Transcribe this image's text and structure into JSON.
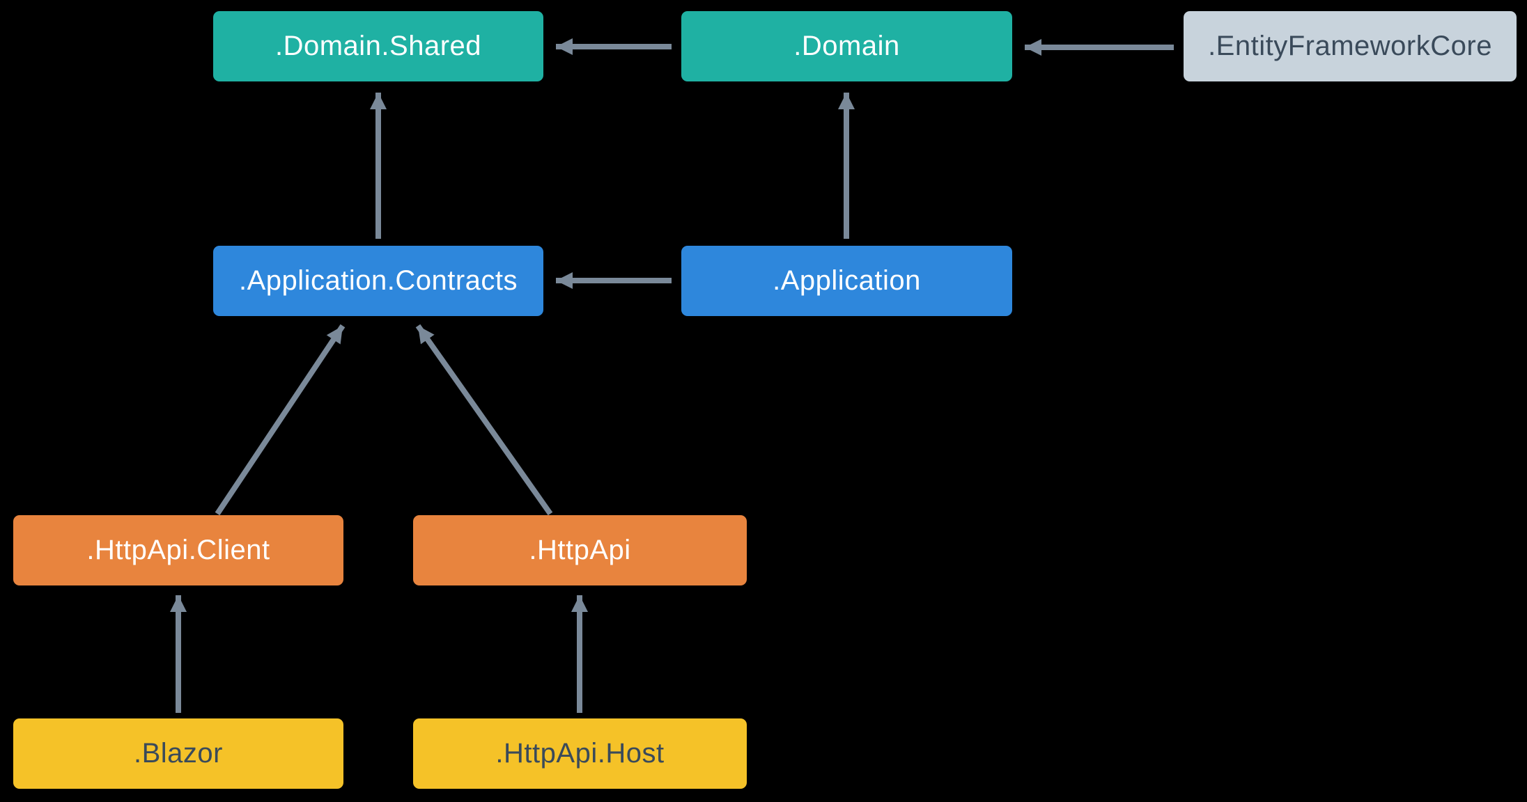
{
  "diagram": {
    "background_color": "#000000",
    "arrow_color": "#7A8999",
    "nodes": [
      {
        "id": "domain-shared",
        "label": ".Domain.Shared",
        "fill": "#1FB1A3",
        "text_color": "#FFFFFF"
      },
      {
        "id": "domain",
        "label": ".Domain",
        "fill": "#1FB1A3",
        "text_color": "#FFFFFF"
      },
      {
        "id": "entity-framework-core",
        "label": ".EntityFrameworkCore",
        "fill": "#C8D3DC",
        "text_color": "#3A4A5A"
      },
      {
        "id": "application-contracts",
        "label": ".Application.Contracts",
        "fill": "#2E87DC",
        "text_color": "#FFFFFF"
      },
      {
        "id": "application",
        "label": ".Application",
        "fill": "#2E87DC",
        "text_color": "#FFFFFF"
      },
      {
        "id": "httpapi-client",
        "label": ".HttpApi.Client",
        "fill": "#E8843E",
        "text_color": "#FFFFFF"
      },
      {
        "id": "httpapi",
        "label": ".HttpApi",
        "fill": "#E8843E",
        "text_color": "#FFFFFF"
      },
      {
        "id": "blazor",
        "label": ".Blazor",
        "fill": "#F5C228",
        "text_color": "#3A4A5A"
      },
      {
        "id": "httpapi-host",
        "label": ".HttpApi.Host",
        "fill": "#F5C228",
        "text_color": "#3A4A5A"
      }
    ],
    "edges": [
      {
        "from": "domain",
        "to": "domain-shared"
      },
      {
        "from": "entity-framework-core",
        "to": "domain"
      },
      {
        "from": "application-contracts",
        "to": "domain-shared"
      },
      {
        "from": "application",
        "to": "domain"
      },
      {
        "from": "application",
        "to": "application-contracts"
      },
      {
        "from": "httpapi-client",
        "to": "application-contracts"
      },
      {
        "from": "httpapi",
        "to": "application-contracts"
      },
      {
        "from": "blazor",
        "to": "httpapi-client"
      },
      {
        "from": "httpapi-host",
        "to": "httpapi"
      }
    ]
  }
}
